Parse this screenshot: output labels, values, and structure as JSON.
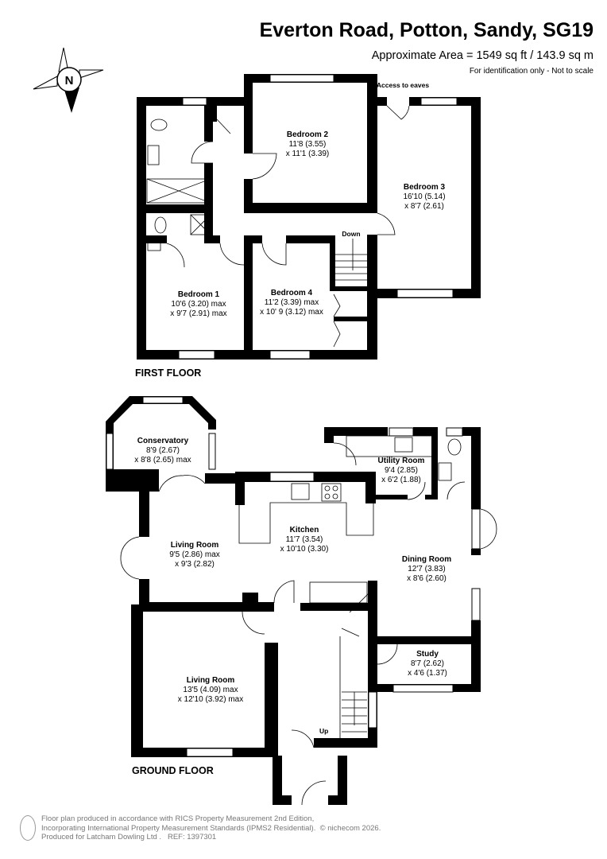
{
  "header": {
    "title": "Everton Road, Potton, Sandy, SG19",
    "area": "Approximate Area = 1549 sq ft / 143.9 sq m",
    "note": "For identification only - Not to scale"
  },
  "compass": {
    "label": "N",
    "icon": "north-arrow-compass-icon"
  },
  "first_floor": {
    "label": "FIRST FLOOR",
    "annotations": {
      "eaves": "Access to eaves",
      "stairs": "Down"
    },
    "rooms": [
      {
        "name": "Bedroom 2",
        "dim1": "11'8 (3.55)",
        "dim2": "x 11'1 (3.39)"
      },
      {
        "name": "Bedroom 3",
        "dim1": "16'10 (5.14)",
        "dim2": "x 8'7 (2.61)"
      },
      {
        "name": "Bedroom 1",
        "dim1": "10'6 (3.20) max",
        "dim2": "x 9'7 (2.91) max"
      },
      {
        "name": "Bedroom 4",
        "dim1": "11'2 (3.39) max",
        "dim2": "x 10' 9 (3.12) max"
      }
    ]
  },
  "ground_floor": {
    "label": "GROUND FLOOR",
    "annotations": {
      "stairs": "Up"
    },
    "rooms": [
      {
        "name": "Conservatory",
        "dim1": "8'9 (2.67)",
        "dim2": "x 8'8 (2.65) max"
      },
      {
        "name": "Utility Room",
        "dim1": "9'4 (2.85)",
        "dim2": "x 6'2 (1.88)"
      },
      {
        "name": "Kitchen",
        "dim1": "11'7 (3.54)",
        "dim2": "x 10'10 (3.30)"
      },
      {
        "name": "Living Room",
        "dim1": "9'5 (2.86) max",
        "dim2": "x 9'3 (2.82)"
      },
      {
        "name": "Dining Room",
        "dim1": "12'7 (3.83)",
        "dim2": "x 8'6 (2.60)"
      },
      {
        "name": "Study",
        "dim1": "8'7 (2.62)",
        "dim2": "x 4'6 (1.37)"
      },
      {
        "name": "Living Room",
        "dim1": "13'5 (4.09) max",
        "dim2": "x 12'10 (3.92) max"
      }
    ]
  },
  "footer": {
    "line1": "Floor plan produced in accordance with RICS Property Measurement 2nd Edition,",
    "line2": "Incorporating International Property Measurement Standards (IPMS2 Residential).",
    "copyright": "© nichecom 2026.",
    "line3": "Produced for Latcham Dowling Ltd .",
    "ref": "REF: 1397301"
  }
}
